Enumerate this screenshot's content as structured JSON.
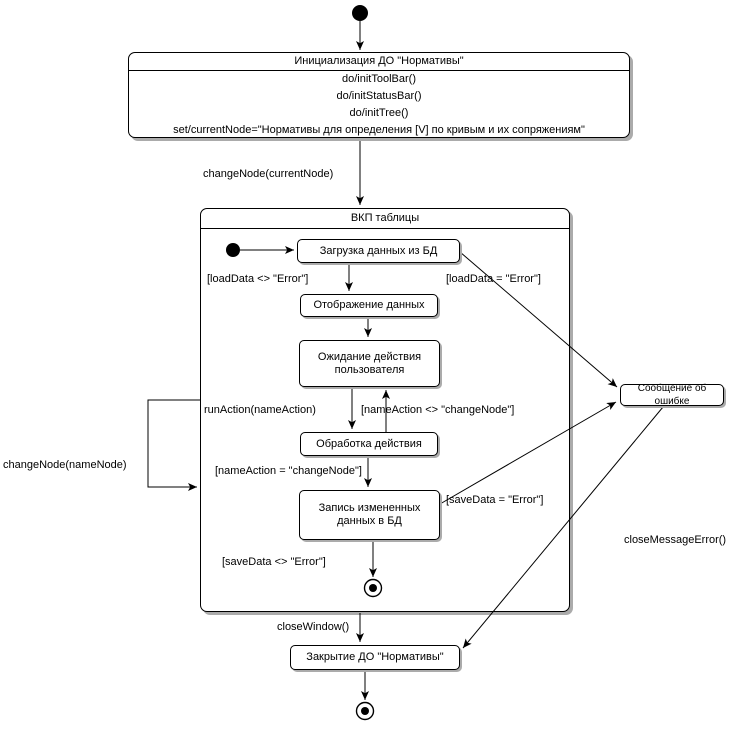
{
  "states": {
    "init": {
      "title": "Инициализация ДО \"Нормативы\"",
      "actions": [
        "do/initToolBar()",
        "do/initStatusBar()",
        "do/initTree()",
        "set/currentNode=\"Нормативы для определения [V] по кривым и их сопряжениям\""
      ]
    },
    "composite": {
      "title": "ВКП таблицы"
    },
    "load": {
      "label": "Загрузка данных из БД"
    },
    "display": {
      "label": "Отображение данных"
    },
    "wait": {
      "label": "Ожидание действия пользователя"
    },
    "process": {
      "label": "Обработка действия"
    },
    "save": {
      "label": "Запись измененных данных в БД"
    },
    "error": {
      "label": "Сообщение об ошибке"
    },
    "close": {
      "label": "Закрытие ДО \"Нормативы\""
    }
  },
  "transitions": {
    "change_node_current": "changeNode(currentNode)",
    "load_ok": "[loadData <> \"Error\"]",
    "load_err": "[loadData = \"Error\"]",
    "run_action": "runAction(nameAction)",
    "name_action_neq": "[nameAction <> \"changeNode\"]",
    "name_action_eq": "[nameAction = \"changeNode\"]",
    "save_ok": "[saveData <> \"Error\"]",
    "save_err": "[saveData = \"Error\"]",
    "change_node_name": "changeNode(nameNode)",
    "close_message_error": "closeMessageError()",
    "close_window": "closeWindow()"
  },
  "colors": {
    "line": "#000000",
    "state_fill": "#ffffff",
    "shadow": "#ababab"
  }
}
